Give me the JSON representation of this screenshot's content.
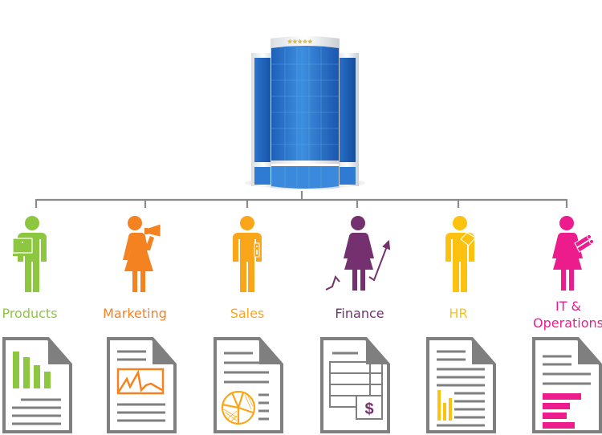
{
  "diagram": {
    "central_node": {
      "label": "",
      "icon": "server-building-icon",
      "stars": 5
    },
    "connector_color": "#8a8a8a",
    "departments": [
      {
        "id": "products",
        "label": "Products",
        "color": "#8dc63f",
        "gender": "male",
        "accessory": "laptop",
        "report": "bar-chart-report"
      },
      {
        "id": "marketing",
        "label": "Marketing",
        "color": "#f58220",
        "gender": "female",
        "accessory": "megaphone",
        "report": "line-chart-report"
      },
      {
        "id": "sales",
        "label": "Sales",
        "color": "#f9a61b",
        "gender": "male",
        "accessory": "phone",
        "report": "pie-chart-report"
      },
      {
        "id": "finance",
        "label": "Finance",
        "color": "#74306f",
        "gender": "female",
        "accessory": "trend-arrow",
        "report": "spreadsheet-dollar-report"
      },
      {
        "id": "hr",
        "label": "HR",
        "color": "#fdc210",
        "gender": "male",
        "accessory": "folder",
        "report": "text-bar-report"
      },
      {
        "id": "it_ops",
        "label_line1": "IT &",
        "label_line2": "Operations",
        "color": "#ec1c8c",
        "gender": "female",
        "accessory": "cables",
        "report": "horizontal-bar-report"
      }
    ],
    "document_gray": "#7f7f7f",
    "document_fill": "#ffffff"
  }
}
